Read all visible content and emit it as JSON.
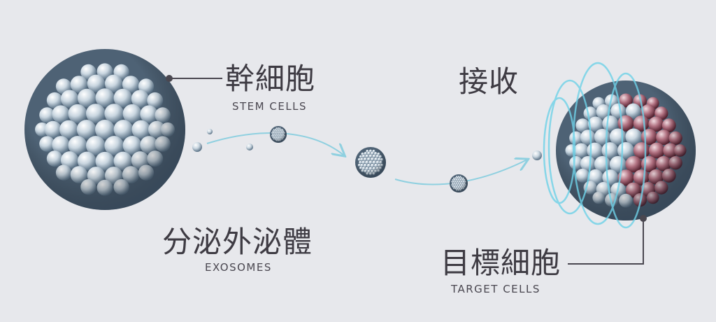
{
  "labels": {
    "stem_cells_zh": "幹細胞",
    "stem_cells_en": "STEM CELLS",
    "receive_zh": "接收",
    "exosomes_zh": "分泌外泌體",
    "exosomes_en": "EXOSOMES",
    "target_cells_zh": "目標細胞",
    "target_cells_en": "TARGET CELLS"
  },
  "colors": {
    "background": "#e7e8ec",
    "stem_cell": "#b9c9d6",
    "target_cell_left": "#9fb3c6",
    "target_cell_right": "#8a3a4c",
    "arrow": "#8fd0e0",
    "rings": "#6fd2e8",
    "leader_line": "#4a4750"
  }
}
